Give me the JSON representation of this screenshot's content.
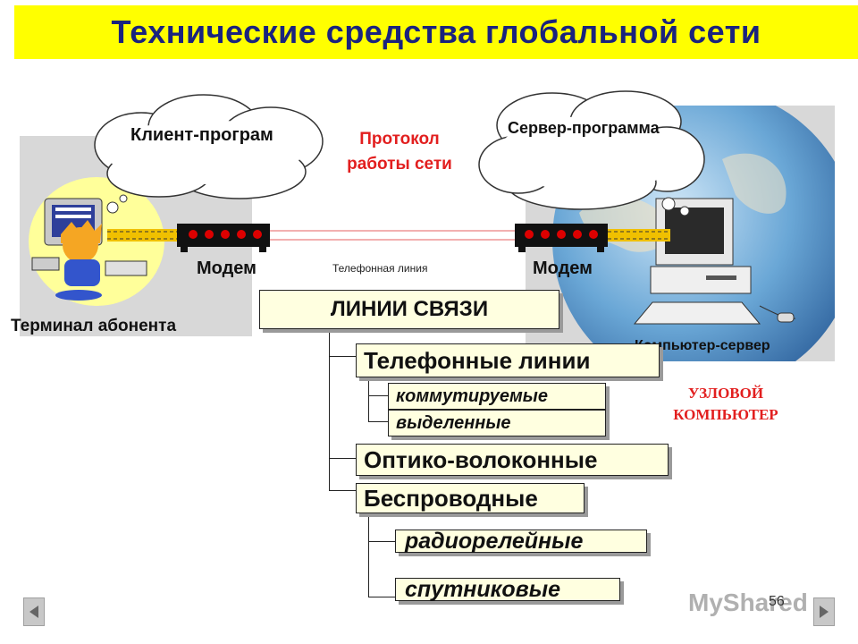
{
  "title": "Технические средства глобальной сети",
  "client_cloud": "Клиент-програм",
  "server_cloud": "Сервер-программа",
  "protocol": {
    "line1": "Протокол",
    "line2": "работы  сети"
  },
  "modem_left": "Модем",
  "modem_right": "Модем",
  "phone_line": "Телефонная линия",
  "terminal_label": "Терминал  абонента",
  "server_label": "Компьютер-сервер",
  "node_computer": {
    "line1": "УЗЛОВОЙ",
    "line2": "КОМПЬЮТЕР"
  },
  "comm_lines": {
    "header": "ЛИНИИ  СВЯЗИ",
    "phone": "Телефонные  линии",
    "switched": "коммутируемые",
    "dedicated": "выделенные",
    "fiber": "Оптико-волоконные",
    "wireless": "Беспроводные",
    "radio": "радиорелейные",
    "satellite": "спутниковые"
  },
  "page_number": "56",
  "watermark": "MyShared",
  "colors": {
    "title_bg": "#ffff00",
    "title_text": "#1a237e",
    "accent_red": "#e21f1f",
    "box_bg": "#ffffe0"
  },
  "icons": [
    "prev-arrow-icon",
    "next-arrow-icon",
    "cloud-icon",
    "modem-icon",
    "terminal-user-icon",
    "server-computer-icon",
    "earth-icon"
  ]
}
